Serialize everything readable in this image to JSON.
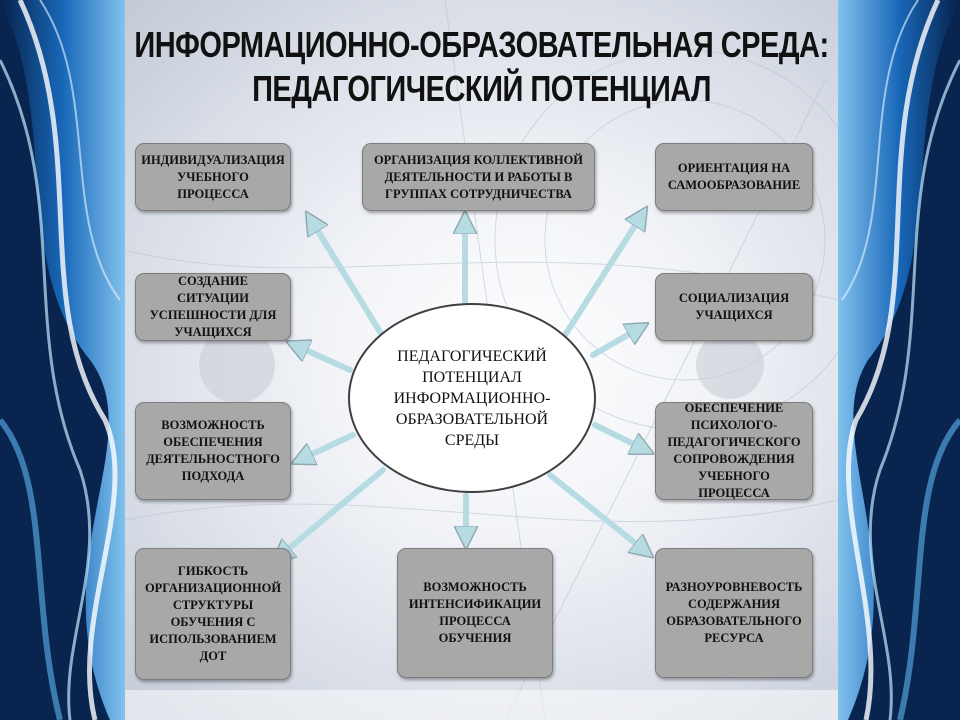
{
  "title": {
    "line1": "ИНФОРМАЦИОННО-ОБРАЗОВАТЕЛЬНАЯ СРЕДА:",
    "line2": "ПЕДАГОГИЧЕСКИЙ ПОТЕНЦИАЛ"
  },
  "center": "ПЕДАГОГИЧЕСКИЙ ПОТЕНЦИАЛ ИНФОРМАЦИОННО-ОБРАЗОВАТЕЛЬНОЙ СРЕДЫ",
  "nodes": [
    "ИНДИВИДУАЛИЗАЦИЯ УЧЕБНОГО ПРОЦЕССА",
    "ОРГАНИЗАЦИЯ КОЛЛЕКТИВНОЙ ДЕЯТЕЛЬНОСТИ И РАБОТЫ В ГРУППАХ СОТРУДНИЧЕСТВА",
    "ОРИЕНТАЦИЯ НА САМООБРАЗОВАНИЕ",
    "СОЗДАНИЕ СИТУАЦИИ УСПЕШНОСТИ ДЛЯ УЧАЩИХСЯ",
    "СОЦИАЛИЗАЦИЯ УЧАЩИХСЯ",
    "ВОЗМОЖНОСТЬ ОБЕСПЕЧЕНИЯ ДЕЯТЕЛЬНОСТНОГО ПОДХОДА",
    "ОБЕСПЕЧЕНИЕ ПСИХОЛОГО-ПЕДАГОГИЧЕСКОГО СОПРОВОЖДЕНИЯ УЧЕБНОГО ПРОЦЕССА",
    "ГИБКОСТЬ ОРГАНИЗАЦИОННОЙ СТРУКТУРЫ ОБУЧЕНИЯ С ИСПОЛЬЗОВАНИЕМ ДОТ",
    "ВОЗМОЖНОСТЬ ИНТЕНСИФИКАЦИИ ПРОЦЕССА ОБУЧЕНИЯ",
    "РАЗНОУРОВНЕВОСТЬ СОДЕРЖАНИЯ ОБРАЗОВАТЕЛЬНОГО РЕСУРСА"
  ],
  "colors": {
    "box_fill": "#a8a8a8",
    "arrow": "#b7dbe3",
    "frame": "#0b2c5a"
  }
}
